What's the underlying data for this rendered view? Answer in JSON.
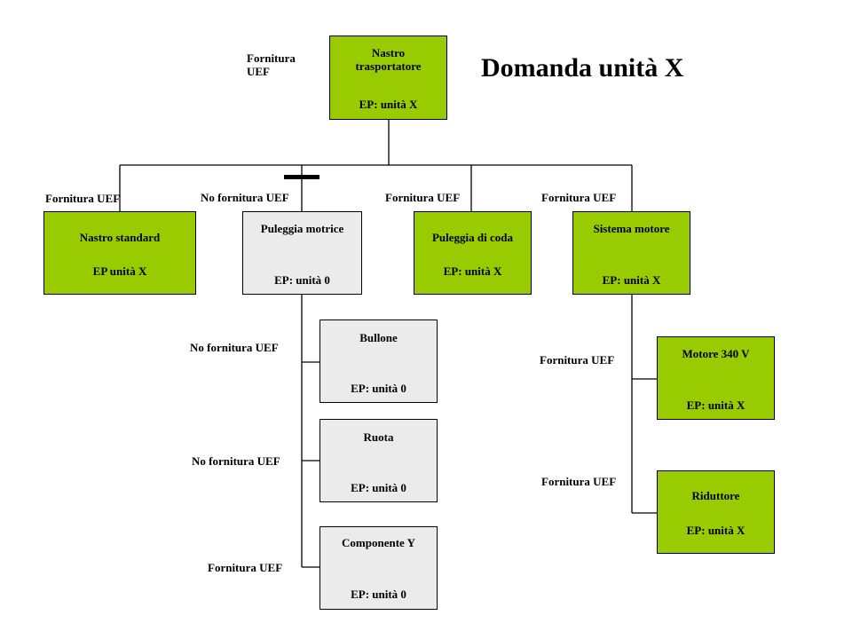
{
  "title": "Domanda unità X",
  "colors": {
    "supply_box": "#99cc00",
    "no_supply_box": "#ebebeb",
    "line": "#000000"
  },
  "root": {
    "name": "Nastro trasportatore",
    "ep": "EP: unità X",
    "label": "Fornitura UEF"
  },
  "level1": [
    {
      "label": "Fornitura  UEF",
      "name": "Nastro standard",
      "ep": "EP unità  X"
    },
    {
      "label": "No fornitura  UEF",
      "name": "Puleggia motrice",
      "ep": "EP:  unità  0"
    },
    {
      "label": "Fornitura  UEF",
      "name": "Puleggia  di coda",
      "ep": "EP:  unità  X"
    },
    {
      "label": "Fornitura  UEF",
      "name": "Sistema motore",
      "ep": "EP:  unità  X"
    }
  ],
  "puleggia_children": [
    {
      "label": "No fornitura  UEF",
      "name": "Bullone",
      "ep": "EP:  unità  0"
    },
    {
      "label": "No fornitura  UEF",
      "name": "Ruota",
      "ep": "EP:  unità  0"
    },
    {
      "label": "Fornitura  UEF",
      "name": "Componente  Y",
      "ep": "EP:  unità  0"
    }
  ],
  "motore_children": [
    {
      "label": "Fornitura  UEF",
      "name": "Motore 340 V",
      "ep": "EP:  unità  X"
    },
    {
      "label": "Fornitura  UEF",
      "name": "Riduttore",
      "ep": "EP:  unità  X"
    }
  ]
}
